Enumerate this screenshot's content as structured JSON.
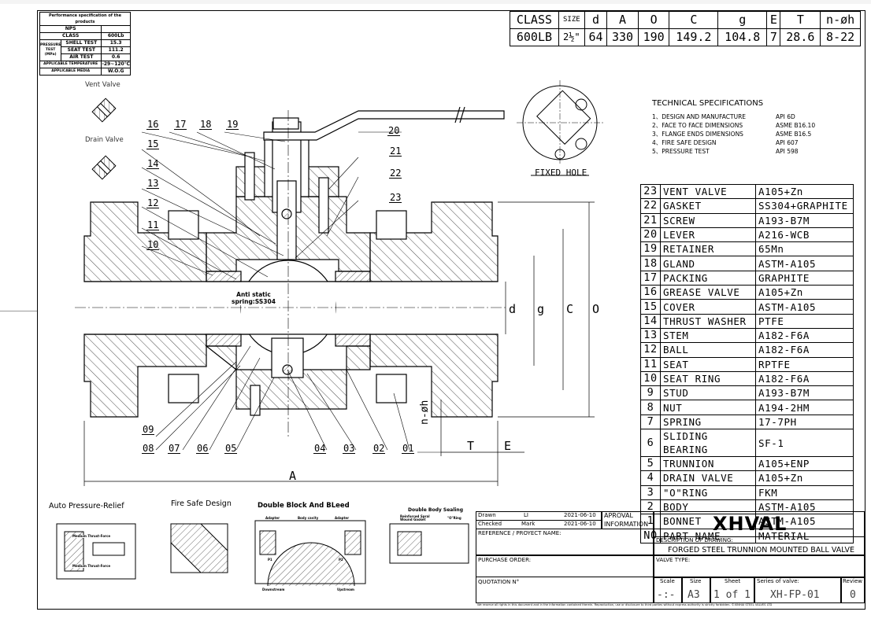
{
  "performance": {
    "title": "Performance specification of the products",
    "rows": [
      {
        "label": "NPS",
        "value": ""
      },
      {
        "label": "CLASS",
        "value": "600Lb"
      },
      {
        "group": "PRESSURE TEST (MPa)",
        "label": "SHELL TEST",
        "value": "15.3"
      },
      {
        "group": "",
        "label": "SEAT TEST",
        "value": "111.2"
      },
      {
        "group": "",
        "label": "AIR TEST",
        "value": "0.6"
      },
      {
        "label": "APPLICABLE TEMPERATURE",
        "value": "-29~120℃"
      },
      {
        "label": "APPLICABLE MEDIA",
        "value": "W.O.G"
      }
    ]
  },
  "dimensions": {
    "headers": [
      "CLASS",
      "SIZE",
      "d",
      "A",
      "O",
      "C",
      "g",
      "E",
      "T",
      "n-øh"
    ],
    "values": [
      "600LB",
      "2½\"",
      "64",
      "330",
      "190",
      "149.2",
      "104.8",
      "7",
      "28.6",
      "8-22"
    ]
  },
  "labels": {
    "vent_valve": "Vent Valve",
    "drain_valve": "Drain Valve",
    "fixed_hole": "FIXED HOLE",
    "anti_static": "Anti static",
    "spring_note": "spring:SS304",
    "dim_A": "A",
    "dim_T": "T",
    "dim_E": "E",
    "dim_d": "d",
    "dim_g": "g",
    "dim_C": "C",
    "dim_O": "O",
    "dim_nh": "n-øh"
  },
  "callouts_top": [
    "16",
    "17",
    "18",
    "19",
    "15",
    "14",
    "13",
    "12",
    "11",
    "10",
    "20",
    "21",
    "22",
    "23"
  ],
  "callouts_bottom": [
    "09",
    "08",
    "07",
    "06",
    "05",
    "04",
    "03",
    "02",
    "01"
  ],
  "tech_specs": {
    "title": "TECHNICAL SPECIFICATIONS",
    "items": [
      {
        "n": "1、DESIGN AND MANUFACTURE",
        "v": "API 6D"
      },
      {
        "n": "2、FACE TO FACE DIMENSIONS",
        "v": "ASME B16.10"
      },
      {
        "n": "3、FLANGE ENDS DIMENSIONS",
        "v": "ASME B16.5"
      },
      {
        "n": "4、FIRE SAFE DESIGN",
        "v": "API 607"
      },
      {
        "n": "5、PRESSURE TEST",
        "v": "API 598"
      }
    ]
  },
  "parts": {
    "header": {
      "no": "NO",
      "name": "PART NAME",
      "material": "MATERIAL"
    },
    "rows": [
      {
        "no": "23",
        "name": "VENT VALVE",
        "material": "A105+Zn"
      },
      {
        "no": "22",
        "name": "GASKET",
        "material": "SS304+GRAPHITE"
      },
      {
        "no": "21",
        "name": "SCREW",
        "material": "A193-B7M"
      },
      {
        "no": "20",
        "name": "LEVER",
        "material": "A216-WCB"
      },
      {
        "no": "19",
        "name": "RETAINER",
        "material": "65Mn"
      },
      {
        "no": "18",
        "name": "GLAND",
        "material": "ASTM-A105"
      },
      {
        "no": "17",
        "name": "PACKING",
        "material": "GRAPHITE"
      },
      {
        "no": "16",
        "name": "GREASE VALVE",
        "material": "A105+Zn"
      },
      {
        "no": "15",
        "name": "COVER",
        "material": "ASTM-A105"
      },
      {
        "no": "14",
        "name": "THRUST WASHER",
        "material": "PTFE"
      },
      {
        "no": "13",
        "name": "STEM",
        "material": "A182-F6A"
      },
      {
        "no": "12",
        "name": "BALL",
        "material": "A182-F6A"
      },
      {
        "no": "11",
        "name": "SEAT",
        "material": "RPTFE"
      },
      {
        "no": "10",
        "name": "SEAT RING",
        "material": "A182-F6A"
      },
      {
        "no": "9",
        "name": "STUD",
        "material": "A193-B7M"
      },
      {
        "no": "8",
        "name": "NUT",
        "material": "A194-2HM"
      },
      {
        "no": "7",
        "name": "SPRING",
        "material": "17-7PH"
      },
      {
        "no": "6",
        "name": "SLIDING BEARING",
        "material": "SF-1"
      },
      {
        "no": "5",
        "name": "TRUNNION",
        "material": "A105+ENP"
      },
      {
        "no": "4",
        "name": "DRAIN VALVE",
        "material": "A105+Zn"
      },
      {
        "no": "3",
        "name": "\"O\"RING",
        "material": "FKM"
      },
      {
        "no": "2",
        "name": "BODY",
        "material": "ASTM-A105"
      },
      {
        "no": "1",
        "name": "BONNET",
        "material": "ASTM-A105"
      }
    ]
  },
  "details": {
    "auto": "Auto Pressure-Relief",
    "fire": "Fire Safe Design",
    "dbb": "Double Block And BLeed",
    "dbs": "Double Body Sealing",
    "medium_thrust": "Medium Thrust-Force",
    "adapter": "Adapter",
    "body_cavity": "Body cavity",
    "p1": "P1",
    "p2": "P2",
    "downstream": "Downstream",
    "upstream": "Upstream",
    "gasket_note": "Reinforced Spral Wound Gasket",
    "oring": "\"O\"Ring"
  },
  "title_block": {
    "drawn_label": "Drawn",
    "drawn_by": "LI",
    "drawn_date": "2021-06-10",
    "checked_label": "Checked",
    "checked_by": "Mark",
    "checked_date": "2021-06-10",
    "approval": "APROVAL",
    "information": "INFORMATION",
    "reference": "REFERENCE / PROYECT NAME:",
    "purchase": "PURCHASE ORDER:",
    "quotation": "QUOTATION N°",
    "brand": "XHVAL",
    "desc_label": "DESCRIPTION OF DRAWING:",
    "description": "FORGED STEEL TRUNNION MOUNTED BALL VALVE",
    "valve_type_label": "VALVE TYPE:",
    "scale_label": "Scale",
    "scale": "-:-",
    "size_label": "Size",
    "size": "A3",
    "sheet_label": "Sheet",
    "sheet": "1 of 1",
    "series_label": "Series of valve:",
    "series": "XH-FP-01",
    "review_label": "Review",
    "review": "0",
    "footer": "We reserve all rights in this document and in the information contained therein. Reproduction, use or disclosure to third parties without express authority is strictly forbidden. ©XINHAI STEEL VALVES LTD"
  }
}
